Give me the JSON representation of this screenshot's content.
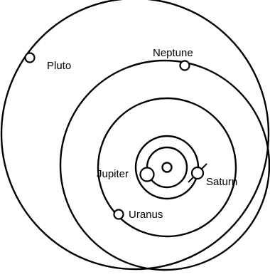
{
  "diagram": {
    "labels": {
      "pluto": "Pluto",
      "neptune": "Neptune",
      "jupiter": "Jupiter",
      "saturn": "Saturn",
      "uranus": "Uranus"
    }
  }
}
